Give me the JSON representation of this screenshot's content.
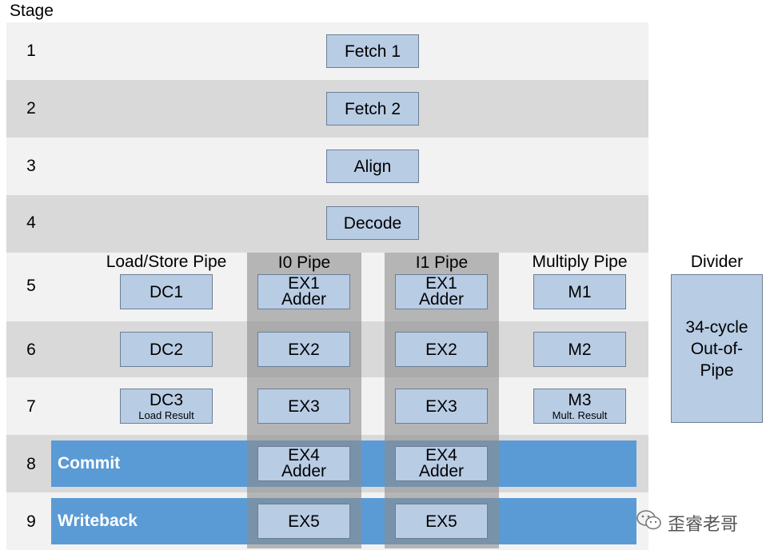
{
  "header": {
    "stage_label": "Stage"
  },
  "stages": [
    "1",
    "2",
    "3",
    "4",
    "5",
    "6",
    "7",
    "8",
    "9"
  ],
  "front_end": [
    "Fetch 1",
    "Fetch 2",
    "Align",
    "Decode"
  ],
  "pipes": {
    "load_store": {
      "title": "Load/Store Pipe",
      "dc1": "DC1",
      "dc2": "DC2",
      "dc3": "DC3",
      "dc3_sub": "Load Result"
    },
    "i0": {
      "title": "I0 Pipe",
      "ex1_a": "EX1",
      "ex1_b": "Adder",
      "ex2": "EX2",
      "ex3": "EX3",
      "ex4_a": "EX4",
      "ex4_b": "Adder",
      "ex5": "EX5"
    },
    "i1": {
      "title": "I1 Pipe",
      "ex1_a": "EX1",
      "ex1_b": "Adder",
      "ex2": "EX2",
      "ex3": "EX3",
      "ex4_a": "EX4",
      "ex4_b": "Adder",
      "ex5": "EX5"
    },
    "multiply": {
      "title": "Multiply Pipe",
      "m1": "M1",
      "m2": "M2",
      "m3": "M3",
      "m3_sub": "Mult. Result"
    },
    "divider": {
      "title": "Divider",
      "text": "34-cycle Out-of-Pipe"
    }
  },
  "bars": {
    "commit": "Commit",
    "writeback": "Writeback"
  },
  "watermark": {
    "text": "歪睿老哥",
    "icon": "wechat-icon"
  },
  "colors": {
    "box_fill": "#b8cce4",
    "bar_fill": "#5b9bd5",
    "band_light": "#f2f2f2",
    "band_dark": "#d9d9d9"
  }
}
